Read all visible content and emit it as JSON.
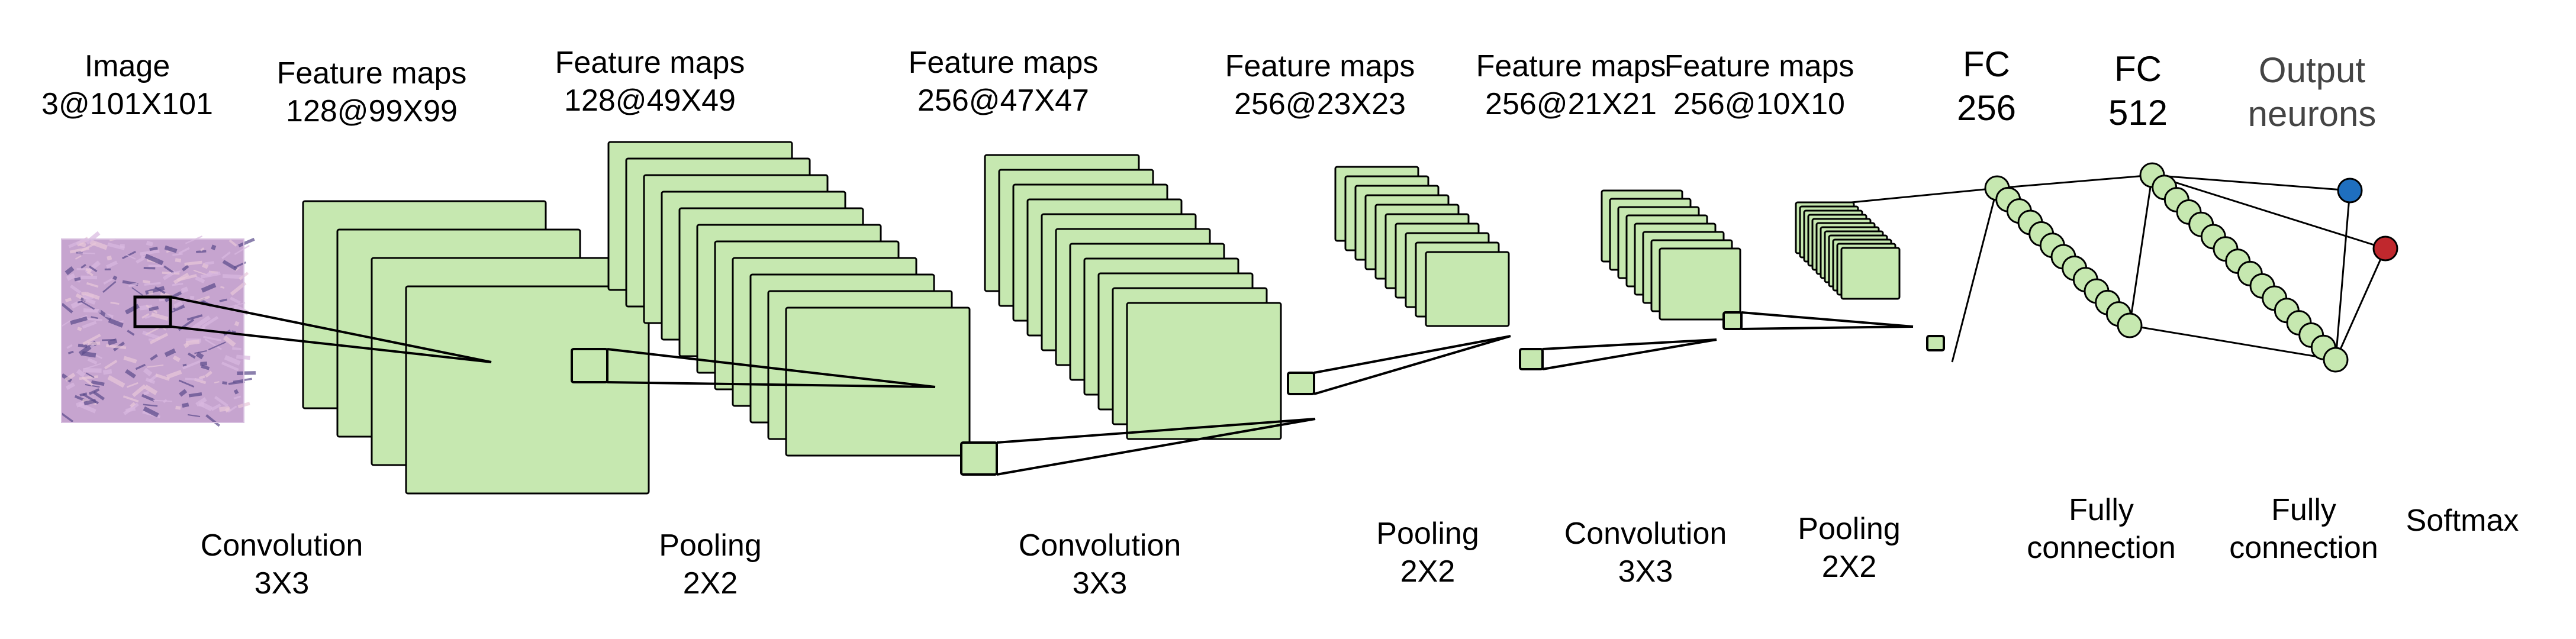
{
  "colors": {
    "feature_map_fill": "#c6e8b0",
    "stroke": "#000000",
    "neuron_fc": "#c6e8b0",
    "output_neuron_1": "#1f6fbf",
    "output_neuron_2": "#c0282d"
  },
  "input_image": {
    "icon": "histology-tissue-image",
    "title": "Image",
    "dims": "3@101X101"
  },
  "stages": [
    {
      "title": "Feature maps",
      "dims": "128@99X99"
    },
    {
      "title": "Feature maps",
      "dims": "128@49X49"
    },
    {
      "title": "Feature maps",
      "dims": "256@47X47"
    },
    {
      "title": "Feature maps",
      "dims": "256@23X23"
    },
    {
      "title": "Feature maps",
      "dims": "256@21X21"
    },
    {
      "title": "Feature maps",
      "dims": "256@10X10"
    }
  ],
  "fc_layers": [
    {
      "title": "FC",
      "size": "256"
    },
    {
      "title": "FC",
      "size": "512"
    }
  ],
  "output": {
    "line1": "Output",
    "line2": "neurons"
  },
  "operations": [
    {
      "name": "Convolution",
      "param": "3X3"
    },
    {
      "name": "Pooling",
      "param": "2X2"
    },
    {
      "name": "Convolution",
      "param": "3X3"
    },
    {
      "name": "Pooling",
      "param": "2X2"
    },
    {
      "name": "Convolution",
      "param": "3X3"
    },
    {
      "name": "Pooling",
      "param": "2X2"
    },
    {
      "name": "Fully",
      "param": "connection"
    },
    {
      "name": "Fully",
      "param": "connection"
    },
    {
      "name": "Softmax",
      "param": ""
    }
  ]
}
